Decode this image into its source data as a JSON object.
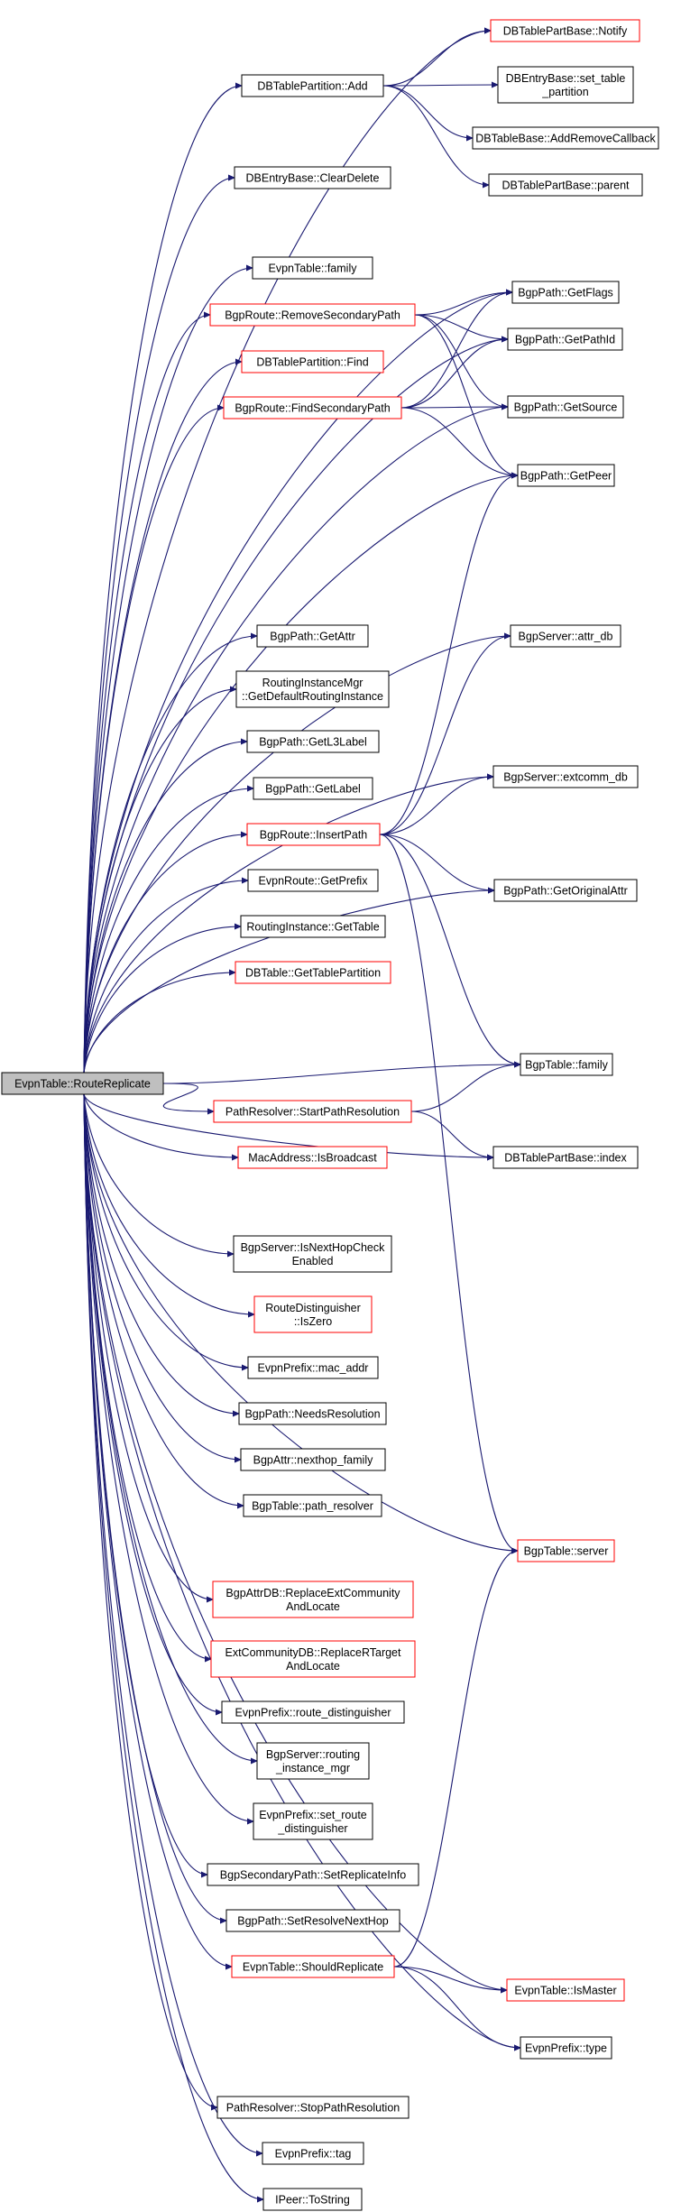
{
  "diagram": {
    "root": "root",
    "nodes": [
      {
        "id": "root",
        "lines": [
          "EvpnTable::RouteReplicate"
        ],
        "style": "root"
      },
      {
        "id": "dbtpart_add",
        "lines": [
          "DBTablePartition::Add"
        ],
        "style": "black"
      },
      {
        "id": "dbtpbase_notify",
        "lines": [
          "DBTablePartBase::Notify"
        ],
        "style": "red"
      },
      {
        "id": "dbentry_settable",
        "lines": [
          "DBEntryBase::set_table",
          "_partition"
        ],
        "style": "black"
      },
      {
        "id": "dbtbase_addremove",
        "lines": [
          "DBTableBase::AddRemoveCallback"
        ],
        "style": "black"
      },
      {
        "id": "dbtpbase_parent",
        "lines": [
          "DBTablePartBase::parent"
        ],
        "style": "black"
      },
      {
        "id": "dbentry_cleardelete",
        "lines": [
          "DBEntryBase::ClearDelete"
        ],
        "style": "black"
      },
      {
        "id": "evpntable_family",
        "lines": [
          "EvpnTable::family"
        ],
        "style": "black"
      },
      {
        "id": "bgproute_removesec",
        "lines": [
          "BgpRoute::RemoveSecondaryPath"
        ],
        "style": "red"
      },
      {
        "id": "dbtpart_find",
        "lines": [
          "DBTablePartition::Find"
        ],
        "style": "red"
      },
      {
        "id": "bgproute_findsec",
        "lines": [
          "BgpRoute::FindSecondaryPath"
        ],
        "style": "red"
      },
      {
        "id": "bgppath_getflags",
        "lines": [
          "BgpPath::GetFlags"
        ],
        "style": "black"
      },
      {
        "id": "bgppath_getpathid",
        "lines": [
          "BgpPath::GetPathId"
        ],
        "style": "black"
      },
      {
        "id": "bgppath_getsource",
        "lines": [
          "BgpPath::GetSource"
        ],
        "style": "black"
      },
      {
        "id": "bgppath_getpeer",
        "lines": [
          "BgpPath::GetPeer"
        ],
        "style": "black"
      },
      {
        "id": "bgpserver_attrdb",
        "lines": [
          "BgpServer::attr_db"
        ],
        "style": "black"
      },
      {
        "id": "bgppath_getattr",
        "lines": [
          "BgpPath::GetAttr"
        ],
        "style": "black"
      },
      {
        "id": "rimgr_getdefault",
        "lines": [
          "RoutingInstanceMgr",
          "::GetDefaultRoutingInstance"
        ],
        "style": "black"
      },
      {
        "id": "bgppath_getl3label",
        "lines": [
          "BgpPath::GetL3Label"
        ],
        "style": "black"
      },
      {
        "id": "bgpserver_extcommdb",
        "lines": [
          "BgpServer::extcomm_db"
        ],
        "style": "black"
      },
      {
        "id": "bgppath_getlabel",
        "lines": [
          "BgpPath::GetLabel"
        ],
        "style": "black"
      },
      {
        "id": "bgproute_insertpath",
        "lines": [
          "BgpRoute::InsertPath"
        ],
        "style": "red"
      },
      {
        "id": "evpnroute_getprefix",
        "lines": [
          "EvpnRoute::GetPrefix"
        ],
        "style": "black"
      },
      {
        "id": "bgppath_getoriginalattr",
        "lines": [
          "BgpPath::GetOriginalAttr"
        ],
        "style": "black"
      },
      {
        "id": "ri_gettable",
        "lines": [
          "RoutingInstance::GetTable"
        ],
        "style": "black"
      },
      {
        "id": "dbtable_gettablepart",
        "lines": [
          "DBTable::GetTablePartition"
        ],
        "style": "red"
      },
      {
        "id": "bgptable_family",
        "lines": [
          "BgpTable::family"
        ],
        "style": "black"
      },
      {
        "id": "pathresolver_start",
        "lines": [
          "PathResolver::StartPathResolution"
        ],
        "style": "red"
      },
      {
        "id": "dbtpbase_index",
        "lines": [
          "DBTablePartBase::index"
        ],
        "style": "black"
      },
      {
        "id": "mac_isbroadcast",
        "lines": [
          "MacAddress::IsBroadcast"
        ],
        "style": "red"
      },
      {
        "id": "bgpserver_isnexthop",
        "lines": [
          "BgpServer::IsNextHopCheck",
          "Enabled"
        ],
        "style": "black"
      },
      {
        "id": "rd_iszero",
        "lines": [
          "RouteDistinguisher",
          "::IsZero"
        ],
        "style": "red"
      },
      {
        "id": "evpnprefix_macaddr",
        "lines": [
          "EvpnPrefix::mac_addr"
        ],
        "style": "black"
      },
      {
        "id": "bgppath_needsres",
        "lines": [
          "BgpPath::NeedsResolution"
        ],
        "style": "black"
      },
      {
        "id": "bgpattr_nexthopfamily",
        "lines": [
          "BgpAttr::nexthop_family"
        ],
        "style": "black"
      },
      {
        "id": "bgptable_pathresolver",
        "lines": [
          "BgpTable::path_resolver"
        ],
        "style": "black"
      },
      {
        "id": "bgptable_server",
        "lines": [
          "BgpTable::server"
        ],
        "style": "red"
      },
      {
        "id": "bgpattrdb_replaceext",
        "lines": [
          "BgpAttrDB::ReplaceExtCommunity",
          "AndLocate"
        ],
        "style": "red"
      },
      {
        "id": "extcommdb_replacert",
        "lines": [
          "ExtCommunityDB::ReplaceRTarget",
          "AndLocate"
        ],
        "style": "red"
      },
      {
        "id": "evpnprefix_rd",
        "lines": [
          "EvpnPrefix::route_distinguisher"
        ],
        "style": "black"
      },
      {
        "id": "bgpserver_routingmgr",
        "lines": [
          "BgpServer::routing",
          "_instance_mgr"
        ],
        "style": "black"
      },
      {
        "id": "evpnprefix_setrd",
        "lines": [
          "EvpnPrefix::set_route",
          "_distinguisher"
        ],
        "style": "black"
      },
      {
        "id": "bgpsecpath_setrep",
        "lines": [
          "BgpSecondaryPath::SetReplicateInfo"
        ],
        "style": "black"
      },
      {
        "id": "bgppath_setresolve",
        "lines": [
          "BgpPath::SetResolveNextHop"
        ],
        "style": "black"
      },
      {
        "id": "evpntable_shouldrep",
        "lines": [
          "EvpnTable::ShouldReplicate"
        ],
        "style": "red"
      },
      {
        "id": "evpntable_ismaster",
        "lines": [
          "EvpnTable::IsMaster"
        ],
        "style": "red"
      },
      {
        "id": "evpnprefix_type",
        "lines": [
          "EvpnPrefix::type"
        ],
        "style": "black"
      },
      {
        "id": "pathresolver_stop",
        "lines": [
          "PathResolver::StopPathResolution"
        ],
        "style": "black"
      },
      {
        "id": "evpnprefix_tag",
        "lines": [
          "EvpnPrefix::tag"
        ],
        "style": "black"
      },
      {
        "id": "ipeer_tostring",
        "lines": [
          "IPeer::ToString"
        ],
        "style": "black"
      }
    ],
    "edges": [
      [
        "root",
        "dbtpart_add"
      ],
      [
        "root",
        "dbtpbase_notify"
      ],
      [
        "root",
        "dbentry_cleardelete"
      ],
      [
        "root",
        "evpntable_family"
      ],
      [
        "root",
        "bgproute_removesec"
      ],
      [
        "root",
        "dbtpart_find"
      ],
      [
        "root",
        "bgproute_findsec"
      ],
      [
        "root",
        "bgppath_getflags"
      ],
      [
        "root",
        "bgppath_getpathid"
      ],
      [
        "root",
        "bgppath_getsource"
      ],
      [
        "root",
        "bgppath_getpeer"
      ],
      [
        "root",
        "bgpserver_attrdb"
      ],
      [
        "root",
        "bgppath_getattr"
      ],
      [
        "root",
        "rimgr_getdefault"
      ],
      [
        "root",
        "bgppath_getl3label"
      ],
      [
        "root",
        "bgpserver_extcommdb"
      ],
      [
        "root",
        "bgppath_getlabel"
      ],
      [
        "root",
        "bgproute_insertpath"
      ],
      [
        "root",
        "evpnroute_getprefix"
      ],
      [
        "root",
        "ri_gettable"
      ],
      [
        "root",
        "dbtable_gettablepart"
      ],
      [
        "root",
        "bgppath_getoriginalattr"
      ],
      [
        "root",
        "bgptable_family"
      ],
      [
        "root",
        "pathresolver_start"
      ],
      [
        "root",
        "dbtpbase_index"
      ],
      [
        "root",
        "mac_isbroadcast"
      ],
      [
        "root",
        "bgpserver_isnexthop"
      ],
      [
        "root",
        "rd_iszero"
      ],
      [
        "root",
        "evpnprefix_macaddr"
      ],
      [
        "root",
        "bgppath_needsres"
      ],
      [
        "root",
        "bgpattr_nexthopfamily"
      ],
      [
        "root",
        "bgptable_pathresolver"
      ],
      [
        "root",
        "bgptable_server"
      ],
      [
        "root",
        "bgpattrdb_replaceext"
      ],
      [
        "root",
        "extcommdb_replacert"
      ],
      [
        "root",
        "evpnprefix_rd"
      ],
      [
        "root",
        "bgpserver_routingmgr"
      ],
      [
        "root",
        "evpnprefix_setrd"
      ],
      [
        "root",
        "bgpsecpath_setrep"
      ],
      [
        "root",
        "bgppath_setresolve"
      ],
      [
        "root",
        "evpntable_shouldrep"
      ],
      [
        "root",
        "evpntable_ismaster"
      ],
      [
        "root",
        "evpnprefix_type"
      ],
      [
        "root",
        "pathresolver_stop"
      ],
      [
        "root",
        "evpnprefix_tag"
      ],
      [
        "root",
        "ipeer_tostring"
      ],
      [
        "dbtpart_add",
        "dbtpbase_notify"
      ],
      [
        "dbtpart_add",
        "dbentry_settable"
      ],
      [
        "dbtpart_add",
        "dbtbase_addremove"
      ],
      [
        "dbtpart_add",
        "dbtpbase_parent"
      ],
      [
        "bgproute_removesec",
        "bgppath_getflags"
      ],
      [
        "bgproute_removesec",
        "bgppath_getpathid"
      ],
      [
        "bgproute_removesec",
        "bgppath_getsource"
      ],
      [
        "bgproute_removesec",
        "bgppath_getpeer"
      ],
      [
        "bgproute_findsec",
        "bgppath_getflags"
      ],
      [
        "bgproute_findsec",
        "bgppath_getpathid"
      ],
      [
        "bgproute_findsec",
        "bgppath_getsource"
      ],
      [
        "bgproute_findsec",
        "bgppath_getpeer"
      ],
      [
        "bgproute_insertpath",
        "bgppath_getpeer"
      ],
      [
        "bgproute_insertpath",
        "bgpserver_attrdb"
      ],
      [
        "bgproute_insertpath",
        "bgpserver_extcommdb"
      ],
      [
        "bgproute_insertpath",
        "bgppath_getoriginalattr"
      ],
      [
        "bgproute_insertpath",
        "bgptable_family"
      ],
      [
        "bgproute_insertpath",
        "bgptable_server"
      ],
      [
        "pathresolver_start",
        "bgptable_family"
      ],
      [
        "pathresolver_start",
        "dbtpbase_index"
      ],
      [
        "evpntable_shouldrep",
        "bgptable_server"
      ],
      [
        "evpntable_shouldrep",
        "evpntable_ismaster"
      ],
      [
        "evpntable_shouldrep",
        "evpnprefix_type"
      ]
    ]
  }
}
